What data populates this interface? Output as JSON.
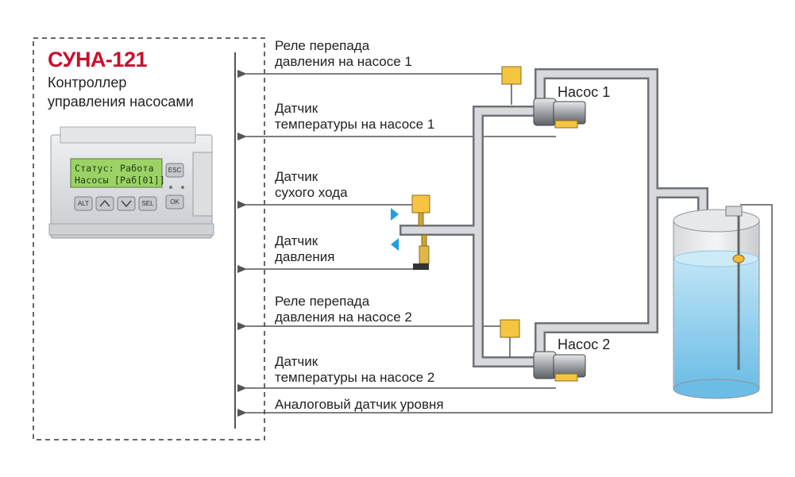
{
  "controller": {
    "title": "СУНА-121",
    "subtitle": "Контроллер\nуправления насосами",
    "lcd_line1": "Статус:  Работа",
    "lcd_line2": "Насосы [Раб[01]]",
    "buttons": [
      "ALT",
      "SEL",
      "ESC",
      "OK"
    ]
  },
  "signals": [
    {
      "label": "Реле перепада\nдавления на насосе 1"
    },
    {
      "label": "Датчик\nтемпературы на насосе 1"
    },
    {
      "label": "Датчик\nсухого хода"
    },
    {
      "label": "Датчик\nдавления"
    },
    {
      "label": "Реле перепада\nдавления на насосе 2"
    },
    {
      "label": "Датчик\nтемпературы на насосе 2"
    },
    {
      "label": "Аналоговый датчик уровня"
    }
  ],
  "pumps": [
    {
      "label": "Насос 1"
    },
    {
      "label": "Насос 2"
    }
  ],
  "colors": {
    "brand_red": "#c8102e",
    "sensor_yellow": "#f5c542",
    "water_blue": "#9fd3ee",
    "pipe_gray": "#b9bcc0",
    "flow_arrow_blue": "#1fa0e0"
  }
}
